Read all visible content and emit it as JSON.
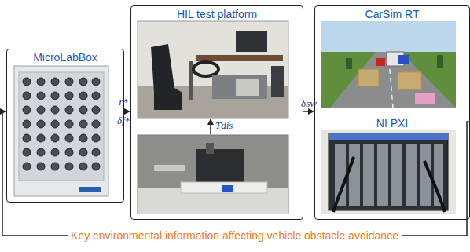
{
  "diagram": {
    "nodes": [
      {
        "text": [
          "MicroLabBox"
        ]
      },
      {
        "text": [
          "HIL test platform"
        ]
      },
      {
        "text": [
          "CarSim RT",
          "NI PXI"
        ]
      }
    ],
    "edges": [
      {
        "from": 0,
        "to": 1,
        "arrow": "to"
      },
      {
        "from": 1,
        "to": 2,
        "label": "δsw",
        "arrow": "to"
      },
      {
        "from": 2,
        "to": 0,
        "label": "Key environmental information affecting vehicle obstacle avoidance",
        "arrow": "to"
      }
    ],
    "labels": [
      "r*",
      "δf*",
      "Tdis"
    ]
  }
}
